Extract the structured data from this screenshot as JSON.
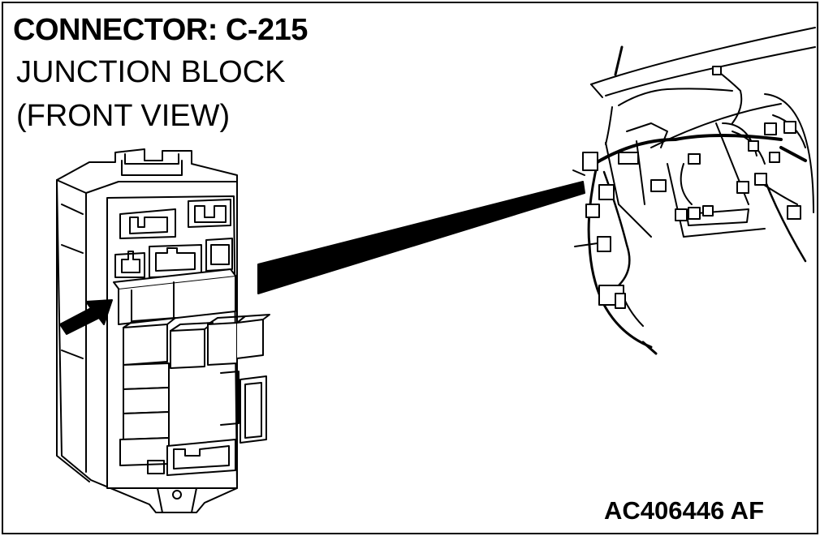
{
  "figure": {
    "title": "CONNECTOR: C-215",
    "subtitle_line1": "JUNCTION BLOCK",
    "subtitle_line2": "(FRONT VIEW)",
    "figure_code": "AC406446 AF"
  },
  "colors": {
    "line": "#000000",
    "background": "#ffffff",
    "pointer": "#000000"
  }
}
